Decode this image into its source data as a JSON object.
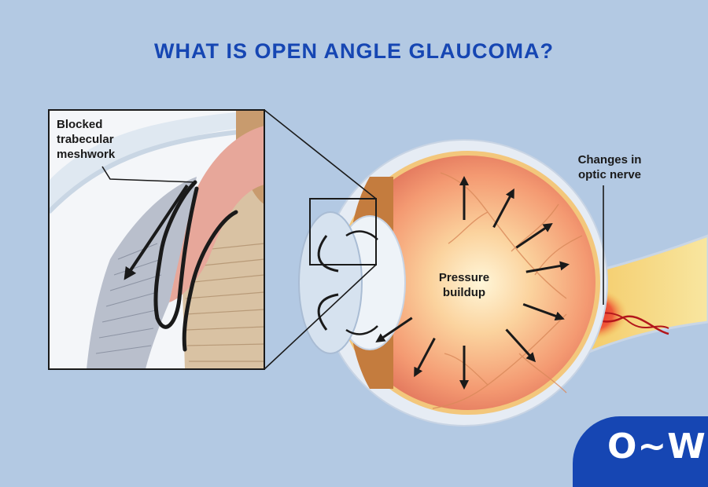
{
  "title": "WHAT IS OPEN ANGLE GLAUCOMA?",
  "labels": {
    "blocked": [
      "Blocked",
      "trabecular",
      "meshwork"
    ],
    "optic_nerve": [
      "Changes in",
      "optic nerve"
    ],
    "pressure": [
      "Pressure",
      "buildup"
    ]
  },
  "logo": {
    "text": "O~W"
  },
  "colors": {
    "background": "#b3c9e3",
    "title": "#1646b3",
    "retina": "#f08a6a",
    "sclera": "#e6ecf4",
    "nerve": "#f2d36b",
    "damage": "#e8262a",
    "arrow": "#1a1a1a"
  }
}
